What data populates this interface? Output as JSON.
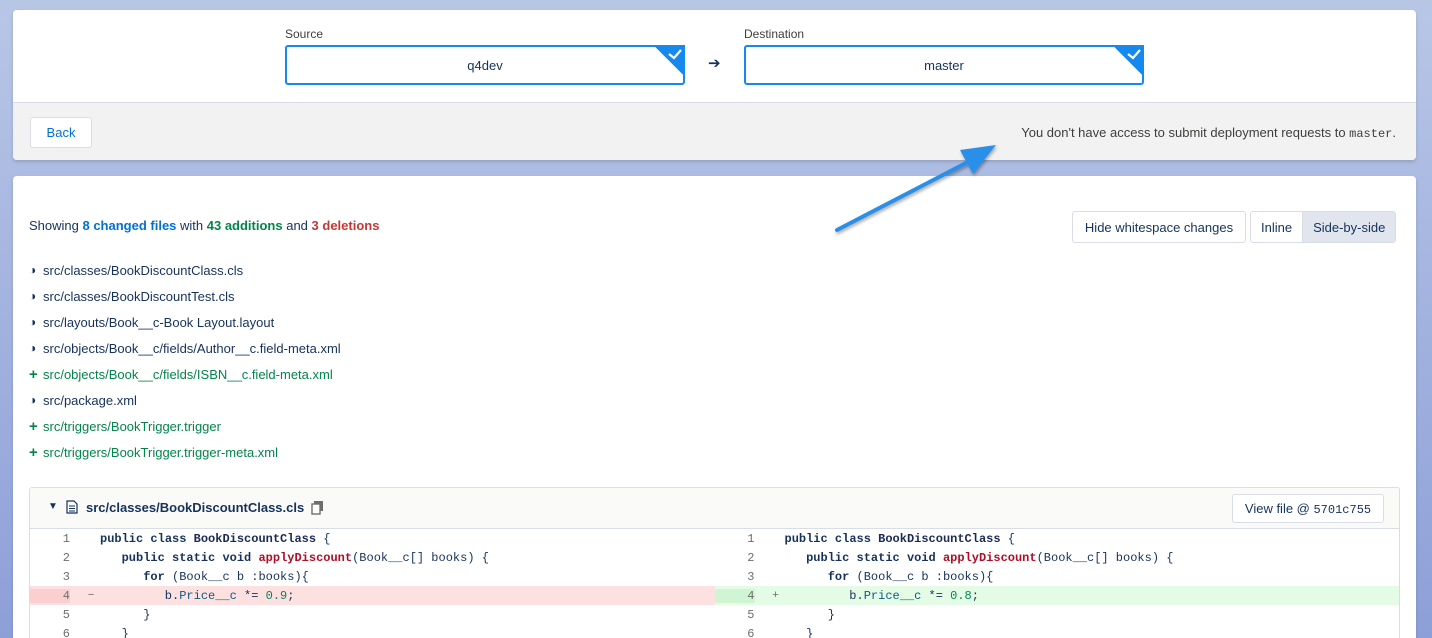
{
  "branches": {
    "source_label": "Source",
    "source_value": "q4dev",
    "arrow": "➔",
    "destination_label": "Destination",
    "destination_value": "master"
  },
  "toolbar": {
    "back_label": "Back",
    "access_message_prefix": "You don't have access to submit deployment requests to ",
    "access_message_branch": "master",
    "access_message_suffix": "."
  },
  "summary": {
    "showing": "Showing ",
    "changed_files": "8 changed files",
    "with": " with ",
    "additions": "43 additions",
    "and": " and ",
    "deletions": "3 deletions"
  },
  "view_options": {
    "whitespace_label": "Hide whitespace changes",
    "inline_label": "Inline",
    "side_by_side_label": "Side-by-side",
    "active": "Side-by-side"
  },
  "files": [
    {
      "status": "modified",
      "glyph": "◑",
      "path": "src/classes/BookDiscountClass.cls"
    },
    {
      "status": "modified",
      "glyph": "◑",
      "path": "src/classes/BookDiscountTest.cls"
    },
    {
      "status": "modified",
      "glyph": "◑",
      "path": "src/layouts/Book__c-Book Layout.layout"
    },
    {
      "status": "modified",
      "glyph": "◑",
      "path": "src/objects/Book__c/fields/Author__c.field-meta.xml"
    },
    {
      "status": "added",
      "glyph": "+",
      "path": "src/objects/Book__c/fields/ISBN__c.field-meta.xml"
    },
    {
      "status": "modified",
      "glyph": "◑",
      "path": "src/package.xml"
    },
    {
      "status": "added",
      "glyph": "+",
      "path": "src/triggers/BookTrigger.trigger"
    },
    {
      "status": "added",
      "glyph": "+",
      "path": "src/triggers/BookTrigger.trigger-meta.xml"
    }
  ],
  "diff": {
    "file_path": "src/classes/BookDiscountClass.cls",
    "view_file_prefix": "View file @ ",
    "commit": "5701c755",
    "left_lines": [
      {
        "num": "1",
        "type": "context",
        "marker": "",
        "code": "public class BookDiscountClass {"
      },
      {
        "num": "2",
        "type": "context",
        "marker": "",
        "code": "   public static void applyDiscount(Book__c[] books) {"
      },
      {
        "num": "3",
        "type": "context",
        "marker": "",
        "code": "      for (Book__c b :books){"
      },
      {
        "num": "4",
        "type": "del",
        "marker": "−",
        "code": "         b.Price__c *= 0.9;"
      },
      {
        "num": "5",
        "type": "context",
        "marker": "",
        "code": "      }"
      },
      {
        "num": "6",
        "type": "context",
        "marker": "",
        "code": "   }"
      }
    ],
    "right_lines": [
      {
        "num": "1",
        "type": "context",
        "marker": "",
        "code": "public class BookDiscountClass {"
      },
      {
        "num": "2",
        "type": "context",
        "marker": "",
        "code": "   public static void applyDiscount(Book__c[] books) {"
      },
      {
        "num": "3",
        "type": "context",
        "marker": "",
        "code": "      for (Book__c b :books){"
      },
      {
        "num": "4",
        "type": "add",
        "marker": "+",
        "code": "         b.Price__c *= 0.8;"
      },
      {
        "num": "5",
        "type": "context",
        "marker": "",
        "code": "      }"
      },
      {
        "num": "6",
        "type": "context",
        "marker": "",
        "code": "   }"
      }
    ]
  },
  "colors": {
    "accent": "#1589ee",
    "added": "#04844b",
    "deleted": "#c23934",
    "annotation_arrow": "#2a8fe8"
  },
  "icons": {
    "dropdown": "check-icon",
    "file": "file-icon",
    "copy": "copy-icon",
    "collapse": "caret-down-icon"
  }
}
